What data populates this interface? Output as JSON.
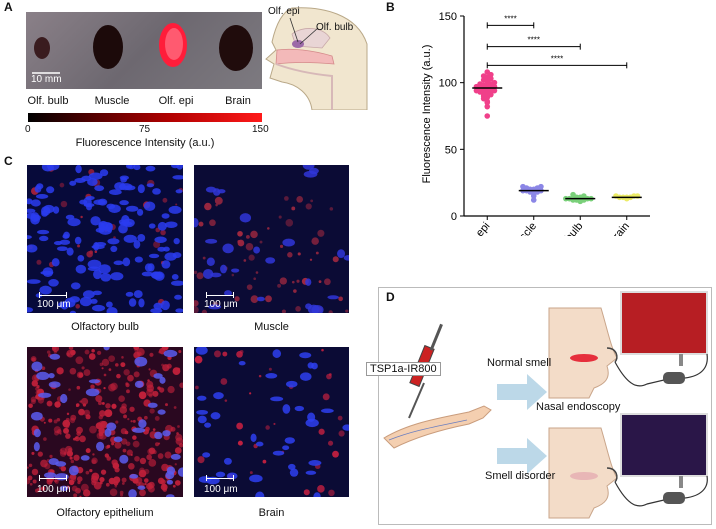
{
  "panels": {
    "a": "A",
    "b": "B",
    "c": "C",
    "d": "D"
  },
  "panel_a": {
    "scale_bar": "10 mm",
    "organs": [
      "Olf. bulb",
      "Muscle",
      "Olf. epi",
      "Brain"
    ],
    "anatomy_labels": {
      "epi": "Olf. epi",
      "bulb": "Olf. bulb"
    },
    "colorbar": {
      "ticks": [
        "0",
        "75",
        "150"
      ],
      "label": "Fluorescence Intensity (a.u.)",
      "colors": [
        "#000000",
        "#ff1a1a"
      ]
    }
  },
  "chart_data": {
    "type": "scatter",
    "title": "",
    "xlabel": "",
    "ylabel": "Fluorescence Intensity (a.u.)",
    "ylim": [
      0,
      150
    ],
    "yticks": [
      "0",
      "50",
      "100",
      "150"
    ],
    "categories": [
      "Olfactory epi",
      "Muscle",
      "Olfactory bulb",
      "Brain"
    ],
    "series": [
      {
        "category": "Olfactory epi",
        "color": "#f0408a",
        "mean": 96,
        "values": [
          75,
          82,
          85,
          86,
          88,
          89,
          90,
          91,
          92,
          92,
          93,
          93,
          94,
          94,
          95,
          95,
          96,
          96,
          97,
          97,
          98,
          98,
          99,
          99,
          100,
          101,
          102,
          103,
          104,
          105,
          106,
          108
        ]
      },
      {
        "category": "Muscle",
        "color": "#8b86e6",
        "mean": 19,
        "values": [
          12,
          15,
          17,
          18,
          18,
          19,
          19,
          19,
          20,
          20,
          21,
          21,
          22,
          22
        ]
      },
      {
        "category": "Olfactory bulb",
        "color": "#7ad07a",
        "mean": 13,
        "values": [
          11,
          12,
          12,
          12,
          13,
          13,
          13,
          13,
          14,
          14,
          15,
          16
        ]
      },
      {
        "category": "Brain",
        "color": "#ecec66",
        "mean": 14,
        "values": [
          13,
          14,
          14,
          14,
          14,
          15,
          15,
          15
        ]
      }
    ],
    "significance": [
      {
        "from": 0,
        "to": 1,
        "y": 143,
        "label": "****"
      },
      {
        "from": 0,
        "to": 2,
        "y": 127,
        "label": "****"
      },
      {
        "from": 0,
        "to": 3,
        "y": 113,
        "label": "****"
      }
    ],
    "grid": false
  },
  "panel_c": {
    "tiles": [
      {
        "caption": "Olfactory bulb",
        "scale": "100 μm"
      },
      {
        "caption": "Muscle",
        "scale": "100 μm"
      },
      {
        "caption": "Olfactory epithelium",
        "scale": "100 μm"
      },
      {
        "caption": "Brain",
        "scale": "100 μm"
      }
    ]
  },
  "panel_d": {
    "probe": "TSP1a-IR800",
    "normal": "Normal smell",
    "disorder": "Smell disorder",
    "endoscopy": "Nasal endoscopy"
  }
}
